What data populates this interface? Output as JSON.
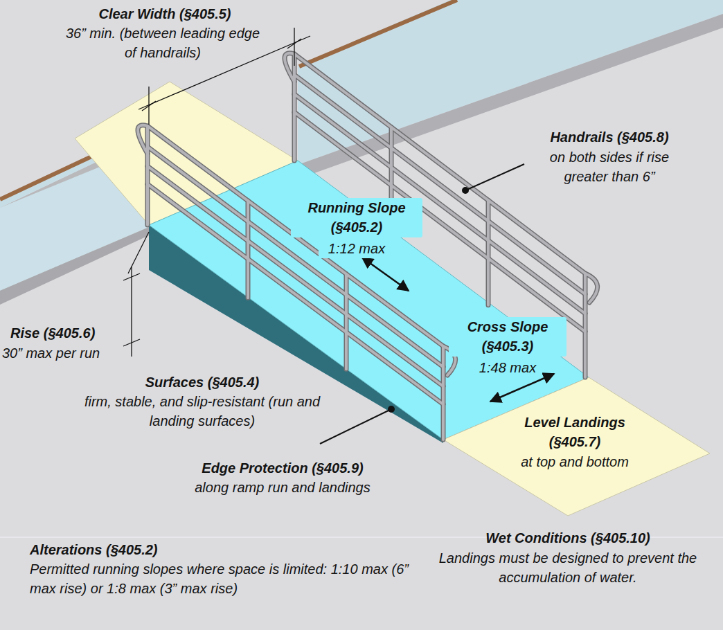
{
  "diagram": {
    "labels": [
      "Clear Width (§405.5)",
      "36” min. (between leading edge of handrails)",
      "Handrails (§405.8)",
      "on both sides if rise greater than 6”",
      "Running Slope (§405.2)",
      "1:12 max",
      "Cross Slope (§405.3)",
      "1:48 max",
      "Rise (§405.6)",
      "30” max per run",
      "Surfaces (§405.4)",
      "firm, stable, and slip-resistant (run and landing surfaces)",
      "Edge Protection (§405.9)",
      "along ramp run and landings",
      "Level Landings (§405.7)",
      "at top and bottom",
      "Alterations (§405.2)",
      "Permitted running slopes where space is limited: 1:10 max (6” max rise) or 1:8 max (3” max rise)",
      "Wet Conditions (§405.10)",
      "Landings must be designed to prevent the accumulation of water."
    ]
  }
}
